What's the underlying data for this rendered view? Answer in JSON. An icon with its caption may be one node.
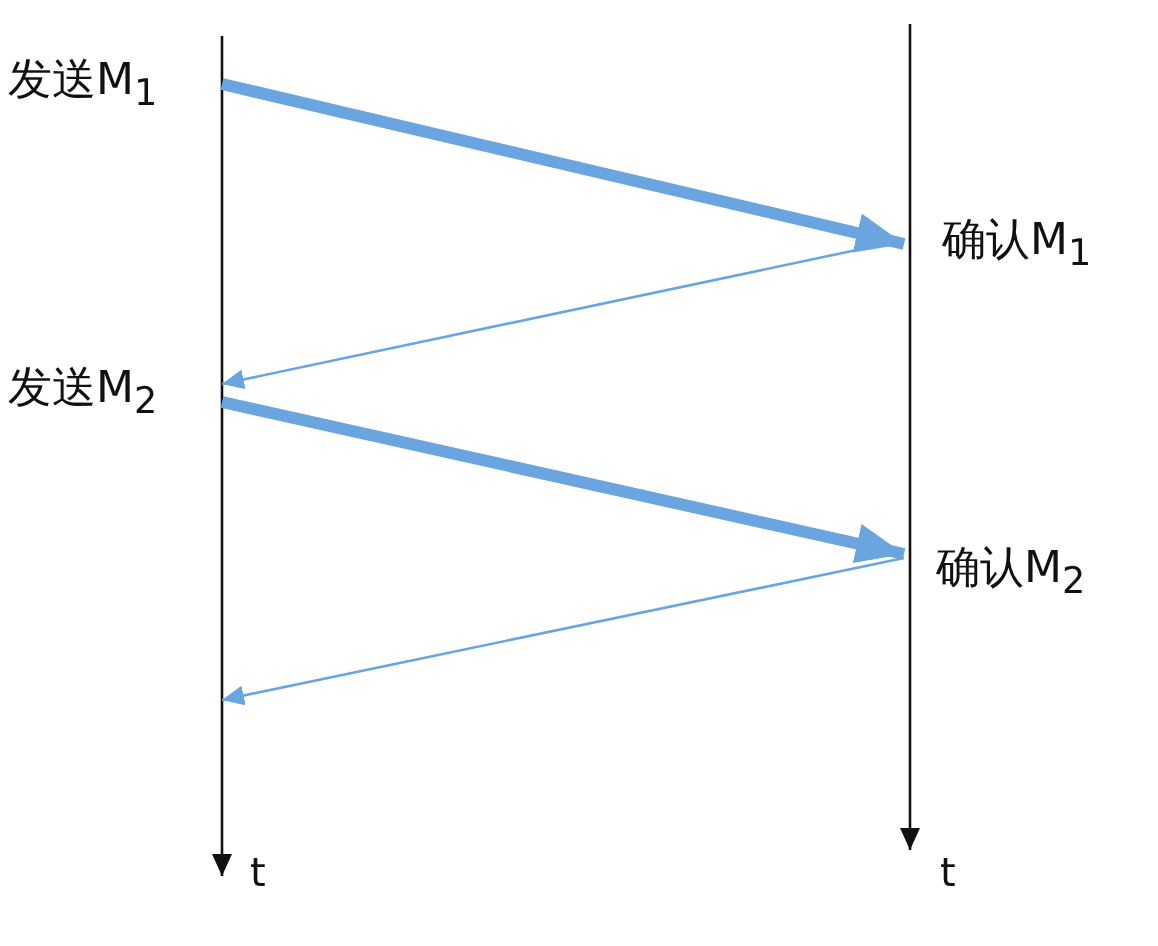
{
  "diagram": {
    "nodes": [
      {
        "text": [
          "发送M$_{1}$"
        ]
      },
      {
        "text": [
          "确认M$_{1}$"
        ]
      },
      {
        "text": [
          "发送M$_{2}$"
        ]
      },
      {
        "text": [
          "确认M$_{2}$"
        ]
      }
    ],
    "edges": [
      {
        "from": 0,
        "to": 1,
        "arrow": "to",
        "style": "thick"
      },
      {
        "from": 1,
        "to": 2,
        "arrow": "to"
      },
      {
        "from": 2,
        "to": 3,
        "arrow": "to",
        "style": "thick"
      },
      {
        "from": 3,
        "to": null,
        "arrow": "to"
      }
    ],
    "labels": [
      "t",
      "t"
    ]
  }
}
